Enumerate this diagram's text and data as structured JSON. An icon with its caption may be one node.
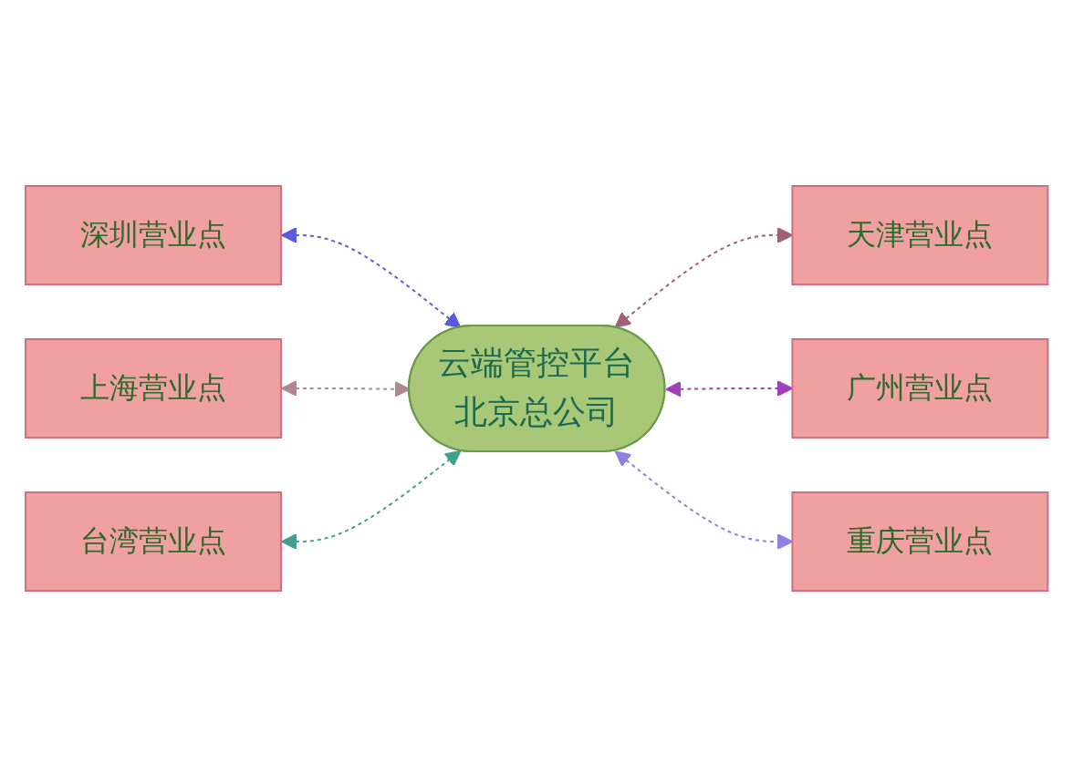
{
  "diagram": {
    "nodes": [
      {
        "text": [
          "深圳营业点"
        ]
      },
      {
        "text": [
          "天津营业点"
        ]
      },
      {
        "text": [
          "上海营业点"
        ]
      },
      {
        "text": [
          "云端管控平台",
          "北京总公司"
        ]
      },
      {
        "text": [
          "广州营业点"
        ]
      },
      {
        "text": [
          "台湾营业点"
        ]
      },
      {
        "text": [
          "重庆营业点"
        ]
      }
    ],
    "edges": [
      {
        "from": 0,
        "to": 3,
        "arrow": "both",
        "style": "dashed",
        "color": "#5a5ae0"
      },
      {
        "from": 2,
        "to": 3,
        "arrow": "both",
        "style": "dashed",
        "color": "#b08890"
      },
      {
        "from": 5,
        "to": 3,
        "arrow": "both",
        "style": "dashed",
        "color": "#40a090"
      },
      {
        "from": 3,
        "to": 1,
        "arrow": "both",
        "style": "dashed",
        "color": "#a0607a"
      },
      {
        "from": 3,
        "to": 4,
        "arrow": "both",
        "style": "dashed",
        "color": "#a040c0"
      },
      {
        "from": 3,
        "to": 6,
        "arrow": "both",
        "style": "dashed",
        "color": "#9080e0"
      }
    ]
  }
}
